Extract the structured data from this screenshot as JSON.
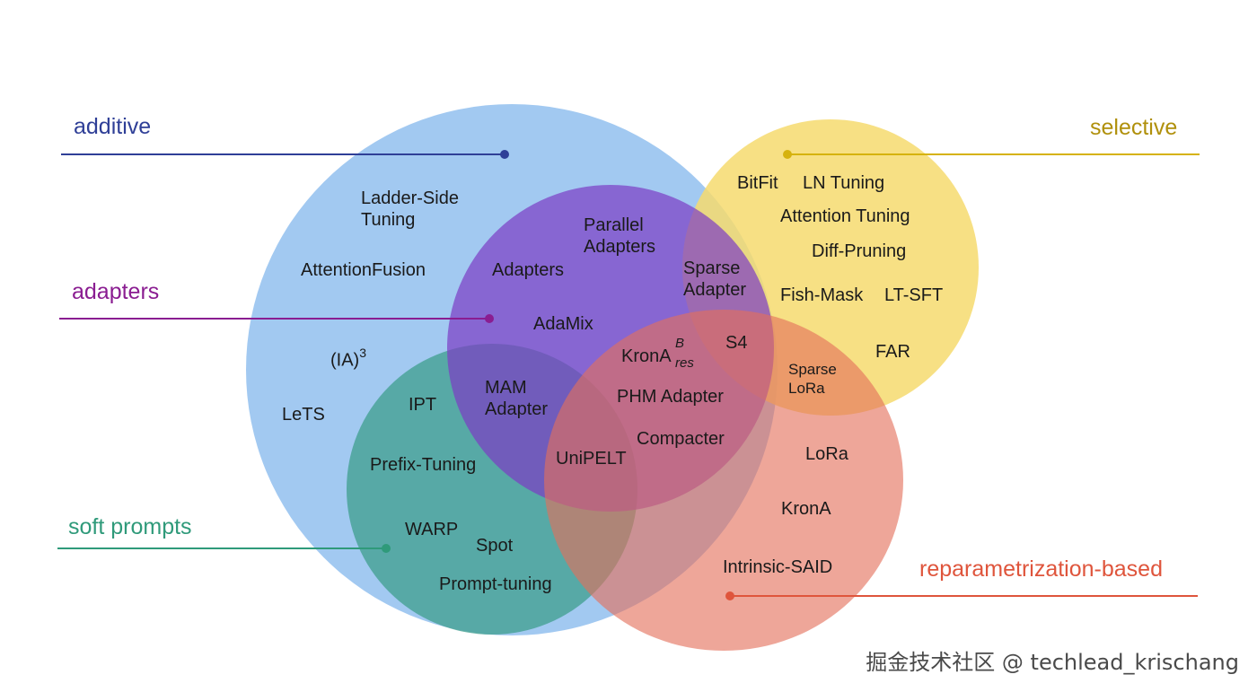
{
  "colors": {
    "additive": "#2f3f97",
    "adapters": "#8a1d91",
    "selective": "#b0900b",
    "soft_prompts": "#2f9a7a",
    "reparametrization": "#df553c",
    "additive_fill": "#8dbdee",
    "adapters_fill": "#7c3cc4",
    "selective_fill": "#f6db6e",
    "soft_fill": "#3d9e8c",
    "reparam_fill": "#e58670"
  },
  "categories": {
    "additive": "additive",
    "adapters": "adapters",
    "selective": "selective",
    "soft_prompts": "soft prompts",
    "reparametrization": "reparametrization-based"
  },
  "methods": {
    "ladder_side_1": "Ladder-Side",
    "ladder_side_2": "Tuning",
    "attention_fusion": "AttentionFusion",
    "ia3_base": "(IA)",
    "ia3_sup": "3",
    "lets": "LeTS",
    "ipt": "IPT",
    "prefix_tuning": "Prefix-Tuning",
    "warp": "WARP",
    "spot": "Spot",
    "prompt_tuning": "Prompt-tuning",
    "parallel_1": "Parallel",
    "parallel_2": "Adapters",
    "adapters": "Adapters",
    "adamix": "AdaMix",
    "mam_1": "MAM",
    "mam_2": "Adapter",
    "krona_res_base": "KronA",
    "krona_res_sup": "B",
    "krona_res_sub": "res",
    "phm_adapter": "PHM Adapter",
    "compacter": "Compacter",
    "unipelt": "UniPELT",
    "sparse_adapter_1": "Sparse",
    "sparse_adapter_2": "Adapter",
    "s4": "S4",
    "sparse_lora_1": "Sparse",
    "sparse_lora_2": "LoRa",
    "bitfit": "BitFit",
    "ln_tuning": "LN Tuning",
    "attention_tuning": "Attention Tuning",
    "diff_pruning": "Diff-Pruning",
    "fish_mask": "Fish-Mask",
    "lt_sft": "LT-SFT",
    "far": "FAR",
    "lora": "LoRa",
    "krona": "KronA",
    "intrinsic_said": "Intrinsic-SAID"
  },
  "watermark": "掘金技术社区 @ techlead_krischang"
}
